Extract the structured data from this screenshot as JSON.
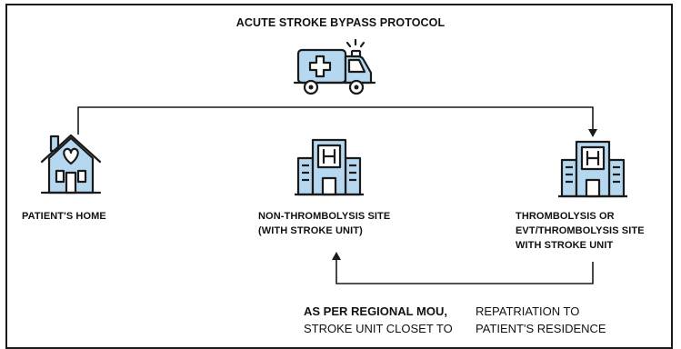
{
  "title": "ACUTE STROKE BYPASS PROTOCOL",
  "nodes": {
    "home": {
      "label": "PATIENT'S HOME",
      "icon": "house-heart-icon"
    },
    "non_thrombolysis": {
      "label_line1": "NON-THROMBOLYSIS SITE",
      "label_line2": "(WITH STROKE UNIT)",
      "icon": "hospital-icon"
    },
    "thrombolysis": {
      "label_line1": "THROMBOLYSIS OR",
      "label_line2": "EVT/THROMBOLYSIS SITE",
      "label_line3": "WITH STROKE UNIT",
      "icon": "hospital-icon"
    }
  },
  "ambulance": {
    "icon": "ambulance-icon"
  },
  "note": {
    "bold": "AS PER REGIONAL MOU,",
    "line1_rest": "REPATRIATION TO",
    "line2_left": "STROKE UNIT CLOSET TO",
    "line2_right": "PATIENT'S RESIDENCE"
  },
  "colors": {
    "icon_fill": "#b5d8f0",
    "outline": "#1a1a1a",
    "text": "#111111"
  }
}
